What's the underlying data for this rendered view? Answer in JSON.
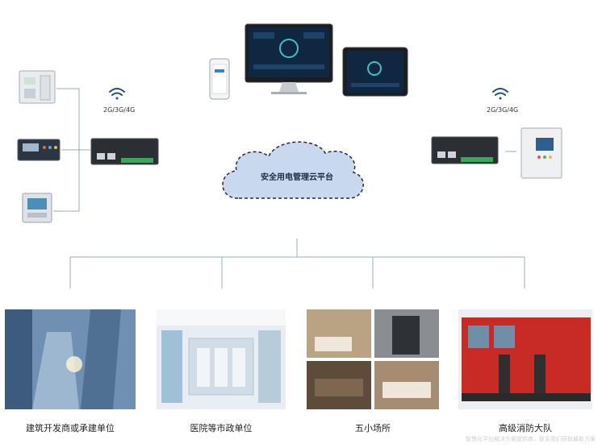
{
  "cloud": {
    "label": "安全用电管理云平台"
  },
  "left_gateway": {
    "network": "2G/3G/4G"
  },
  "right_gateway": {
    "network": "2G/3G/4G"
  },
  "scenarios": [
    {
      "label": "建筑开发商或承建单位"
    },
    {
      "label": "医院等市政单位"
    },
    {
      "label": "五小场所"
    },
    {
      "label": "高级消防大队"
    }
  ],
  "watermark": "智慧化平台解决方案提供商，联系我们获取最新方案"
}
